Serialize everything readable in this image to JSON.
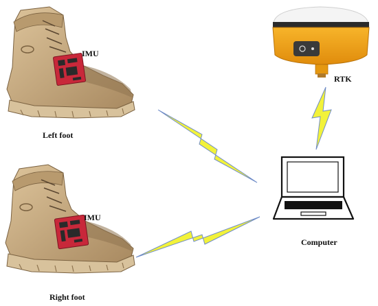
{
  "labels": {
    "imu_left": "IMU",
    "imu_right": "IMU",
    "left_foot": "Left foot",
    "right_foot": "Right foot",
    "rtk": "RTK",
    "computer": "Computer"
  },
  "colors": {
    "boot_tan": "#c9ae85",
    "boot_dark": "#8f7550",
    "sole": "#d8c29c",
    "imu_board": "#c8283a",
    "rtk_orange": "#f2a417",
    "rtk_top": "#f4f4f4",
    "bolt_yellow": "#f2f23a",
    "bolt_blue": "#6f8cc8"
  },
  "icons": {
    "boot": "hiking-boot-icon",
    "imu": "circuit-board-icon",
    "rtk": "gnss-receiver-icon",
    "computer": "laptop-icon",
    "link": "wireless-lightning-icon"
  }
}
